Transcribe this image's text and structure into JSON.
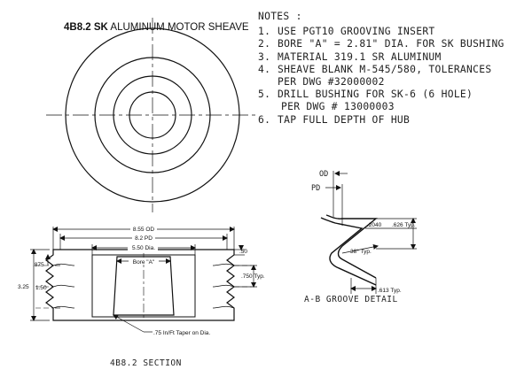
{
  "title": {
    "bold": "4B8.2 SK",
    "rest": " ALUMINUM MOTOR SHEAVE"
  },
  "notes": {
    "header": "NOTES :",
    "items": [
      {
        "num": "1.",
        "text": "USE PGT10 GROOVING INSERT"
      },
      {
        "num": "2.",
        "text": "BORE \"A\" = 2.81\" DIA. FOR SK BUSHING"
      },
      {
        "num": "3.",
        "text": "MATERIAL 319.1 SR ALUMINUM"
      },
      {
        "num": "4.",
        "text": "SHEAVE BLANK M-545/580, TOLERANCES",
        "cont": "PER DWG #32000002"
      },
      {
        "num": "5.",
        "text": "DRILL BUSHING FOR SK-6 (6 HOLE)",
        "cont": "PER DWG # 13000003"
      },
      {
        "num": "6.",
        "text": "TAP FULL DEPTH OF HUB"
      }
    ]
  },
  "section": {
    "od_label": "8.55 OD",
    "pd_label": "8.2 PD",
    "dia_label": "5.50 Dia.",
    "bore_label": "Bore \"A\"",
    "top_offset_label": ".875",
    "height_label": "3.25",
    "inner_height_label": "1.50",
    "rim_label": ".50",
    "pitch_label": ".750 Typ.",
    "taper_label": ".75 In/Ft Taper on Dia.",
    "caption": "4B8.2 SECTION"
  },
  "groove": {
    "od_label": "OD",
    "pd_label": "PD",
    "depth_label": ".2040",
    "top_typ_label": ".626 Typ.",
    "angle_label": "38° Typ.",
    "bottom_typ_label": ".613 Typ.",
    "caption": "A-B GROOVE DETAIL"
  }
}
